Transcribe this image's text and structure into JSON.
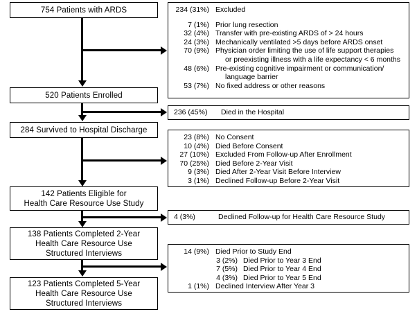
{
  "flow": {
    "nodes": [
      {
        "id": "enrolled-754",
        "lines": [
          "754 Patients with ARDS"
        ]
      },
      {
        "id": "enrolled-520",
        "lines": [
          "520 Patients Enrolled"
        ]
      },
      {
        "id": "survived-284",
        "lines": [
          "284 Survived to Hospital Discharge"
        ]
      },
      {
        "id": "eligible-142",
        "lines": [
          "142 Patients Eligible for",
          "Health Care Resource Use Study"
        ]
      },
      {
        "id": "completed-138",
        "lines": [
          "138 Patients Completed 2-Year",
          "Health Care Resource Use",
          "Structured Interviews"
        ]
      },
      {
        "id": "completed-123",
        "lines": [
          "123 Patients Completed 5-Year",
          "Health Care Resource Use",
          "Structured Interviews"
        ]
      }
    ],
    "panels": [
      {
        "id": "excluded-panel",
        "rows": [
          {
            "count": "234 (31%)",
            "text": "Excluded"
          },
          {
            "spacer": true
          },
          {
            "count": "7 (1%)",
            "text": "Prior lung resection"
          },
          {
            "count": "32 (4%)",
            "text": "Transfer with pre-existing ARDS of > 24 hours"
          },
          {
            "count": "24 (3%)",
            "text": "Mechanically ventilated >5 days before ARDS onset"
          },
          {
            "count": "70 (9%)",
            "text": "Physician order limiting the use of life support therapies",
            "cont": "or preexisting illness with a life expectancy < 6 months"
          },
          {
            "count": "48 (6%)",
            "text": "Pre-existing cognitive impairment or communication/",
            "cont": "language barrier"
          },
          {
            "count": "53 (7%)",
            "text": "No fixed address or other reasons"
          }
        ]
      },
      {
        "id": "died-hospital-panel",
        "rows": [
          {
            "count": "236  (45%)",
            "text": "Died in the Hospital"
          }
        ]
      },
      {
        "id": "lost-followup-panel",
        "rows": [
          {
            "count": "23 (8%)",
            "text": "No Consent"
          },
          {
            "count": "10 (4%)",
            "text": "Died Before Consent"
          },
          {
            "count": "27 (10%)",
            "text": "Excluded From Follow-up After Enrollment"
          },
          {
            "count": "70 (25%)",
            "text": "Died Before 2-Year Visit"
          },
          {
            "count": "9 (3%)",
            "text": "Died After 2-Year Visit Before Interview"
          },
          {
            "count": "3 (1%)",
            "text": "Declined Follow-up Before 2-Year Visit"
          }
        ]
      },
      {
        "id": "declined-resource-panel",
        "rows": [
          {
            "count": "4 (3%)",
            "text": "Declined Follow-up for Health Care Resource Study"
          }
        ]
      },
      {
        "id": "died-study-end-panel",
        "rows": [
          {
            "count": "14 (9%)",
            "text": "Died Prior to Study End"
          },
          {
            "sub": true,
            "count": "3 (2%)",
            "text": "Died Prior to Year 3 End"
          },
          {
            "sub": true,
            "count": "7 (5%)",
            "text": "Died Prior to Year 4 End"
          },
          {
            "sub": true,
            "count": "4 (3%)",
            "text": "Died Prior to Year 5 End"
          },
          {
            "count": "1 (1%)",
            "text": "Declined Interview After Year 3"
          }
        ]
      }
    ]
  },
  "colors": {
    "stroke": "#000000",
    "background": "#ffffff",
    "text": "#000000"
  }
}
